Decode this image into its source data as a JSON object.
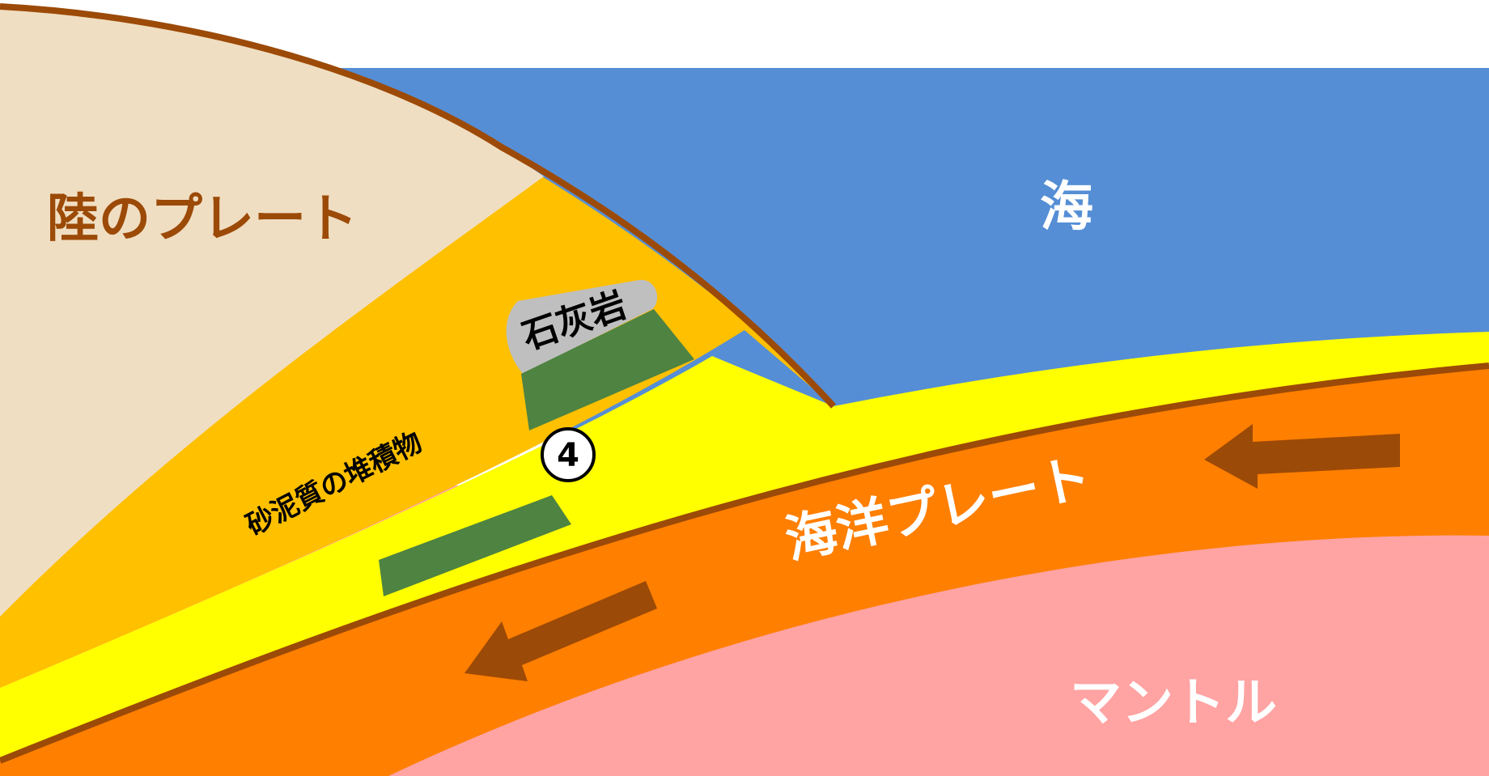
{
  "labels": {
    "continental_plate": "陸のプレート",
    "sea": "海",
    "oceanic_plate": "海洋プレート",
    "mantle": "マントル",
    "sediment": "砂泥質の堆積物",
    "limestone": "石灰岩",
    "marker": "4"
  },
  "colors": {
    "continental_plate": "#F0DEC2",
    "accretionary_wedge": "#FFC000",
    "sediment_layer": "#FFFF00",
    "sea": "#558ED5",
    "oceanic_plate": "#FF7F00",
    "mantle": "#FFA3A3",
    "plate_boundary": "#9C4A07",
    "basalt_block": "#4E8341",
    "limestone_cap": "#BFBFBF",
    "arrow": "#9C4A07",
    "label_brown": "#9C4A07",
    "label_white": "#FFFFFF",
    "label_black": "#000000"
  }
}
